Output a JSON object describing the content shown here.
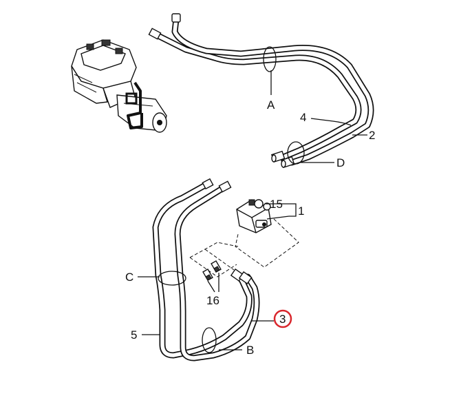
{
  "callouts": {
    "a": "A",
    "b": "B",
    "c": "C",
    "d": "D",
    "n1": "1",
    "n2": "2",
    "n3": "3",
    "n4": "4",
    "n5": "5",
    "n15": "15",
    "n16": "16"
  },
  "colors": {
    "line": "#111111",
    "highlight_circle": "#d9262c",
    "background": "#ffffff"
  }
}
